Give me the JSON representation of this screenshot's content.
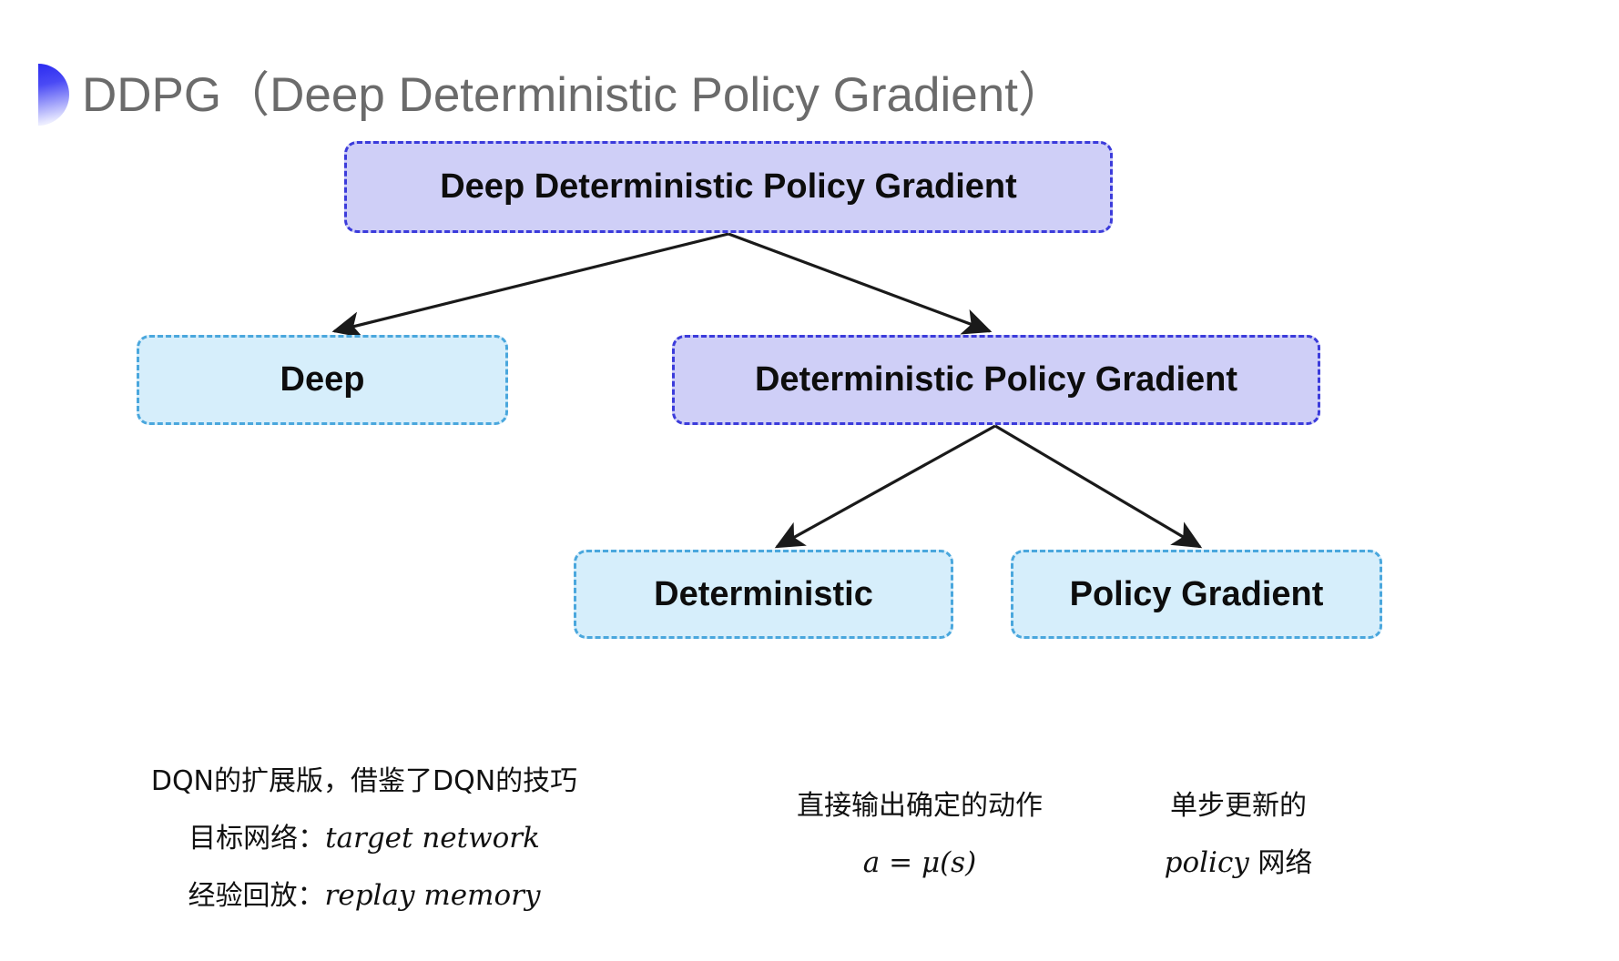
{
  "slide": {
    "title": "DDPG（Deep Deterministic Policy Gradient）",
    "bullet_icon": "half-circle-gradient-icon",
    "background_color": "#ffffff",
    "title_color": "#6b6b6b",
    "accent_color": "#2b2bf0"
  },
  "diagram": {
    "type": "tree",
    "node_styles": {
      "purple_fill": "#cfcff7",
      "purple_border": "#3b3bdb",
      "blue_fill": "#d6eefb",
      "blue_border": "#4aa7dd",
      "arrow_color": "#1a1a1a"
    },
    "nodes": [
      {
        "id": "root",
        "label": "Deep Deterministic Policy Gradient",
        "style": "purple"
      },
      {
        "id": "deep",
        "label": "Deep",
        "style": "blue"
      },
      {
        "id": "dpg",
        "label": "Deterministic Policy Gradient",
        "style": "purple"
      },
      {
        "id": "det",
        "label": "Deterministic",
        "style": "blue"
      },
      {
        "id": "pg",
        "label": "Policy Gradient",
        "style": "blue"
      }
    ],
    "edges": [
      {
        "from": "root",
        "to": "deep"
      },
      {
        "from": "root",
        "to": "dpg"
      },
      {
        "from": "dpg",
        "to": "det"
      },
      {
        "from": "dpg",
        "to": "pg"
      }
    ]
  },
  "captions": {
    "deep": {
      "line1": "DQN的扩展版，借鉴了DQN的技巧",
      "line2_label": "目标网络：",
      "line2_term": "target network",
      "line3_label": "经验回放：",
      "line3_term": "replay memory"
    },
    "deterministic": {
      "line1": "直接输出确定的动作",
      "formula": "a = μ(s)"
    },
    "policy_gradient": {
      "line1": "单步更新的",
      "line2_term": "policy",
      "line2_suffix": " 网络"
    }
  }
}
